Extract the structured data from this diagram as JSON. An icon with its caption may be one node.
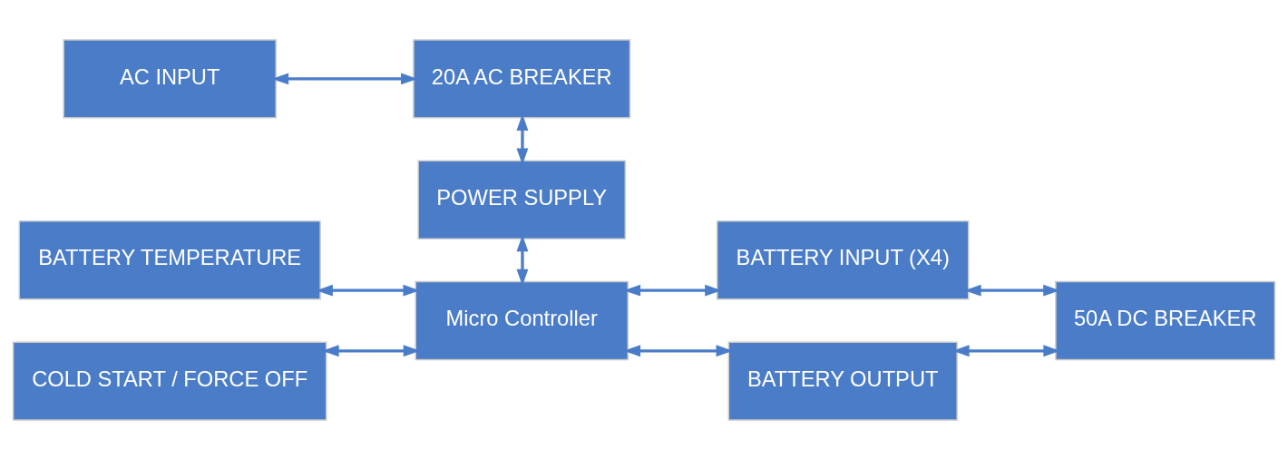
{
  "diagram": {
    "nodes": [
      {
        "text": [
          "AC INPUT"
        ]
      },
      {
        "text": [
          "20A AC BREAKER"
        ]
      },
      {
        "text": [
          "BATTERY INPUT (X4)"
        ]
      },
      {
        "text": [
          "50A DC BREAKER"
        ]
      },
      {
        "text": [
          "POWER SUPPLY"
        ]
      },
      {
        "text": [
          "BATTERY OUTPUT"
        ]
      },
      {
        "text": [
          "BATTERY TEMPERATURE"
        ]
      },
      {
        "text": [
          "COLD START / FORCE OFF"
        ]
      },
      {
        "text": [
          "Micro Controller"
        ]
      }
    ],
    "edges": [
      {
        "from": 0,
        "to": 1,
        "arrow": "both"
      },
      {
        "from": 1,
        "to": 4,
        "arrow": "both"
      },
      {
        "from": 4,
        "to": 8,
        "arrow": "both"
      },
      {
        "from": 2,
        "to": 3,
        "arrow": "both"
      },
      {
        "from": 3,
        "to": 5,
        "arrow": "both"
      },
      {
        "from": 6,
        "to": 8,
        "arrow": "both"
      },
      {
        "from": 7,
        "to": 8,
        "arrow": "both"
      },
      {
        "from": 8,
        "to": 2,
        "arrow": "both"
      },
      {
        "from": 8,
        "to": 5,
        "arrow": "both"
      }
    ]
  }
}
